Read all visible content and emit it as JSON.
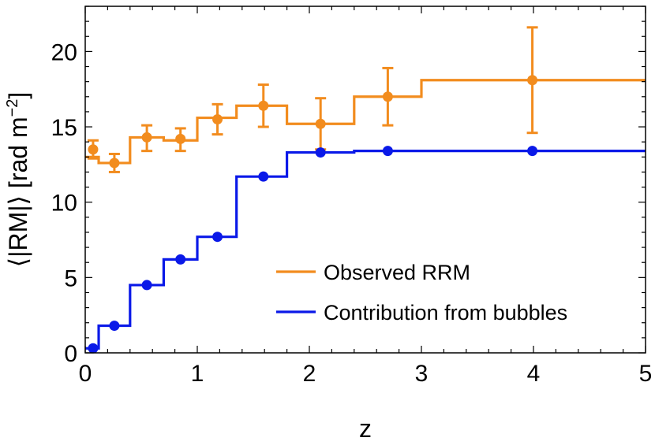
{
  "chart_data": {
    "type": "line",
    "xlabel": "z",
    "ylabel": "⟨|RM|⟩ [rad m",
    "ylabel_sup": "−2",
    "ylabel_end": "]",
    "xlim": [
      0,
      5
    ],
    "ylim": [
      0,
      23
    ],
    "xticks": [
      0,
      1,
      2,
      3,
      4,
      5
    ],
    "yticks": [
      0,
      5,
      10,
      15,
      20
    ],
    "grid": false,
    "legend": "lower-right",
    "series": [
      {
        "name": "Observed RRM",
        "color": "#f28c1e",
        "step": {
          "edges": [
            0,
            0.12,
            0.4,
            0.7,
            1.0,
            1.35,
            1.8,
            2.4,
            3.0,
            5.0
          ],
          "levels": [
            13.0,
            12.6,
            14.3,
            14.1,
            15.6,
            16.4,
            15.2,
            17.0,
            18.1
          ]
        },
        "points": [
          {
            "x": 0.07,
            "y": 13.5,
            "err_low": 0.6,
            "err_high": 0.6
          },
          {
            "x": 0.26,
            "y": 12.6,
            "err_low": 0.6,
            "err_high": 0.6
          },
          {
            "x": 0.55,
            "y": 14.3,
            "err_low": 0.9,
            "err_high": 0.8
          },
          {
            "x": 0.85,
            "y": 14.2,
            "err_low": 0.8,
            "err_high": 0.7
          },
          {
            "x": 1.18,
            "y": 15.5,
            "err_low": 1.0,
            "err_high": 1.0
          },
          {
            "x": 1.59,
            "y": 16.4,
            "err_low": 1.4,
            "err_high": 1.4
          },
          {
            "x": 2.1,
            "y": 15.2,
            "err_low": 1.7,
            "err_high": 1.7
          },
          {
            "x": 2.7,
            "y": 17.0,
            "err_low": 1.9,
            "err_high": 1.9
          },
          {
            "x": 3.99,
            "y": 18.1,
            "err_low": 3.5,
            "err_high": 3.5
          }
        ]
      },
      {
        "name": "Contribution from bubbles",
        "color": "#0a19e8",
        "step": {
          "edges": [
            0,
            0.12,
            0.4,
            0.7,
            1.0,
            1.35,
            1.8,
            2.4,
            3.0,
            5.0
          ],
          "levels": [
            0.3,
            1.8,
            4.5,
            6.2,
            7.7,
            11.7,
            13.3,
            13.4,
            13.4
          ]
        },
        "points": [
          {
            "x": 0.07,
            "y": 0.3
          },
          {
            "x": 0.26,
            "y": 1.8
          },
          {
            "x": 0.55,
            "y": 4.5
          },
          {
            "x": 0.85,
            "y": 6.2
          },
          {
            "x": 1.18,
            "y": 7.7
          },
          {
            "x": 1.59,
            "y": 11.7
          },
          {
            "x": 2.1,
            "y": 13.3
          },
          {
            "x": 2.7,
            "y": 13.4
          },
          {
            "x": 3.99,
            "y": 13.4
          }
        ]
      }
    ]
  }
}
